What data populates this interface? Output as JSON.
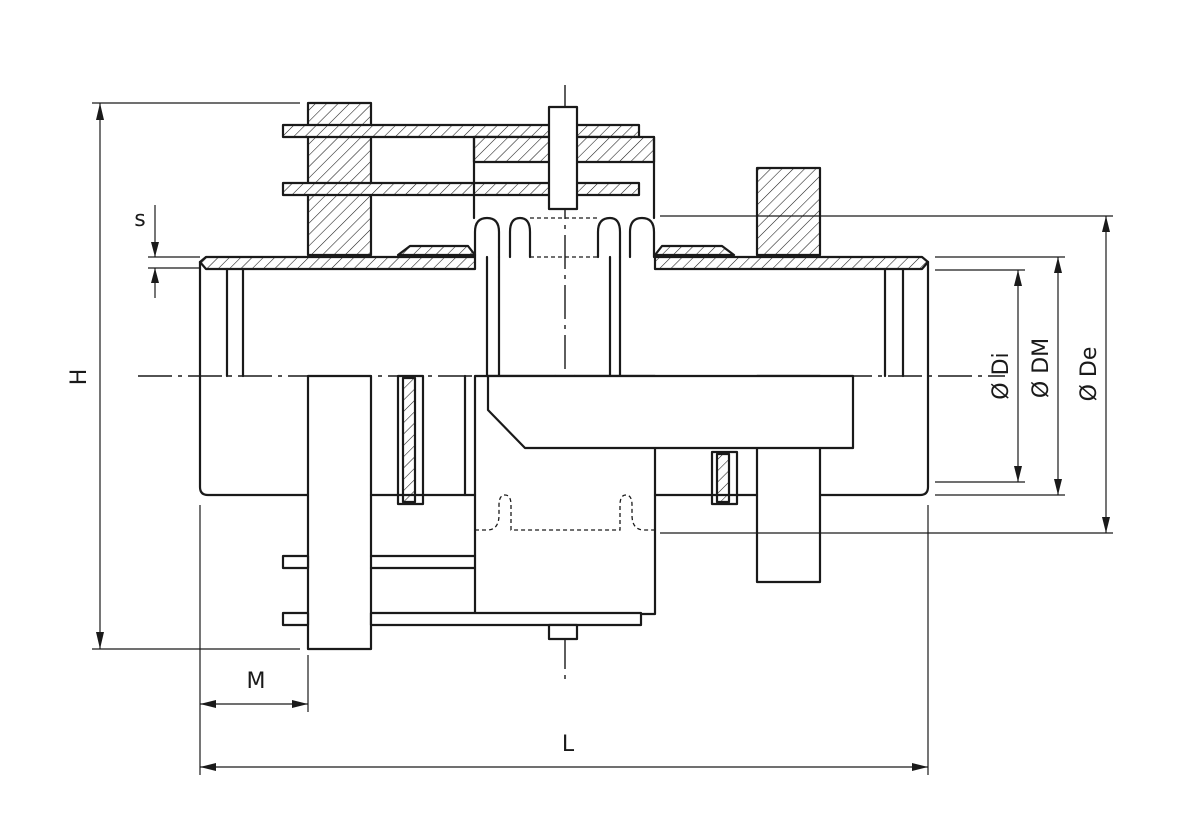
{
  "labels": {
    "s": "s",
    "H": "H",
    "M": "M",
    "L": "L",
    "Di": "Ø Di",
    "DM": "Ø DM",
    "De": "Ø De"
  },
  "colors": {
    "line": "#1a1a1a",
    "background": "#ffffff"
  }
}
